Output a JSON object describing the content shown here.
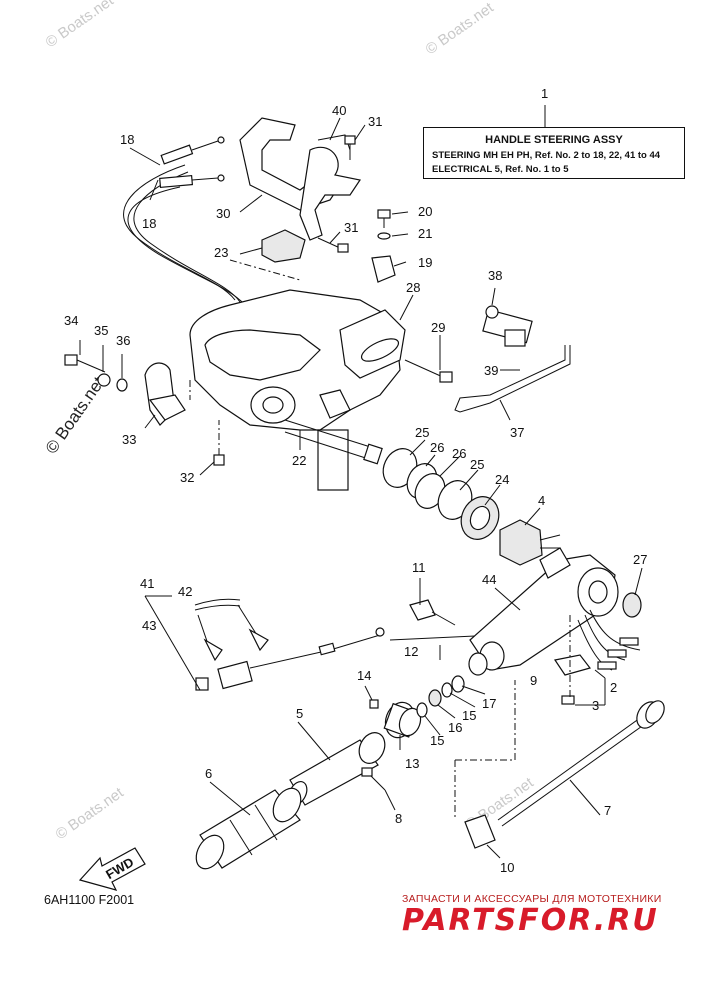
{
  "title_box": {
    "heading": "HANDLE STEERING ASSY",
    "line1": "STEERING MH EH PH,  Ref. No. 2 to 18, 22, 41 to 44",
    "line2": "ELECTRICAL 5,  Ref. No. 1 to 5"
  },
  "labels": {
    "l1": "1",
    "l2": "2",
    "l3": "3",
    "l4": "4",
    "l5": "5",
    "l6": "6",
    "l7": "7",
    "l8": "8",
    "l9": "9",
    "l10": "10",
    "l11": "11",
    "l12": "12",
    "l13": "13",
    "l14": "14",
    "l15a": "15",
    "l15b": "15",
    "l16": "16",
    "l17": "17",
    "l18a": "18",
    "l18b": "18",
    "l19": "19",
    "l20": "20",
    "l21": "21",
    "l22": "22",
    "l23": "23",
    "l24": "24",
    "l25a": "25",
    "l25b": "25",
    "l26a": "26",
    "l26b": "26",
    "l27": "27",
    "l28": "28",
    "l29": "29",
    "l30": "30",
    "l31a": "31",
    "l31b": "31",
    "l32": "32",
    "l33": "33",
    "l34": "34",
    "l35": "35",
    "l36": "36",
    "l37": "37",
    "l38": "38",
    "l39": "39",
    "l40": "40",
    "l41": "41",
    "l42": "42",
    "l43": "43",
    "l44": "44"
  },
  "diagram_code": "6AH1100 F2001",
  "fwd_label": "FWD",
  "watermark": "© Boats.net",
  "brand": {
    "tagline": "ЗАПЧАСТИ И АКСЕССУАРЫ ДЛЯ МОТОТЕХНИКИ",
    "logo": "PARTSFOR.RU"
  }
}
